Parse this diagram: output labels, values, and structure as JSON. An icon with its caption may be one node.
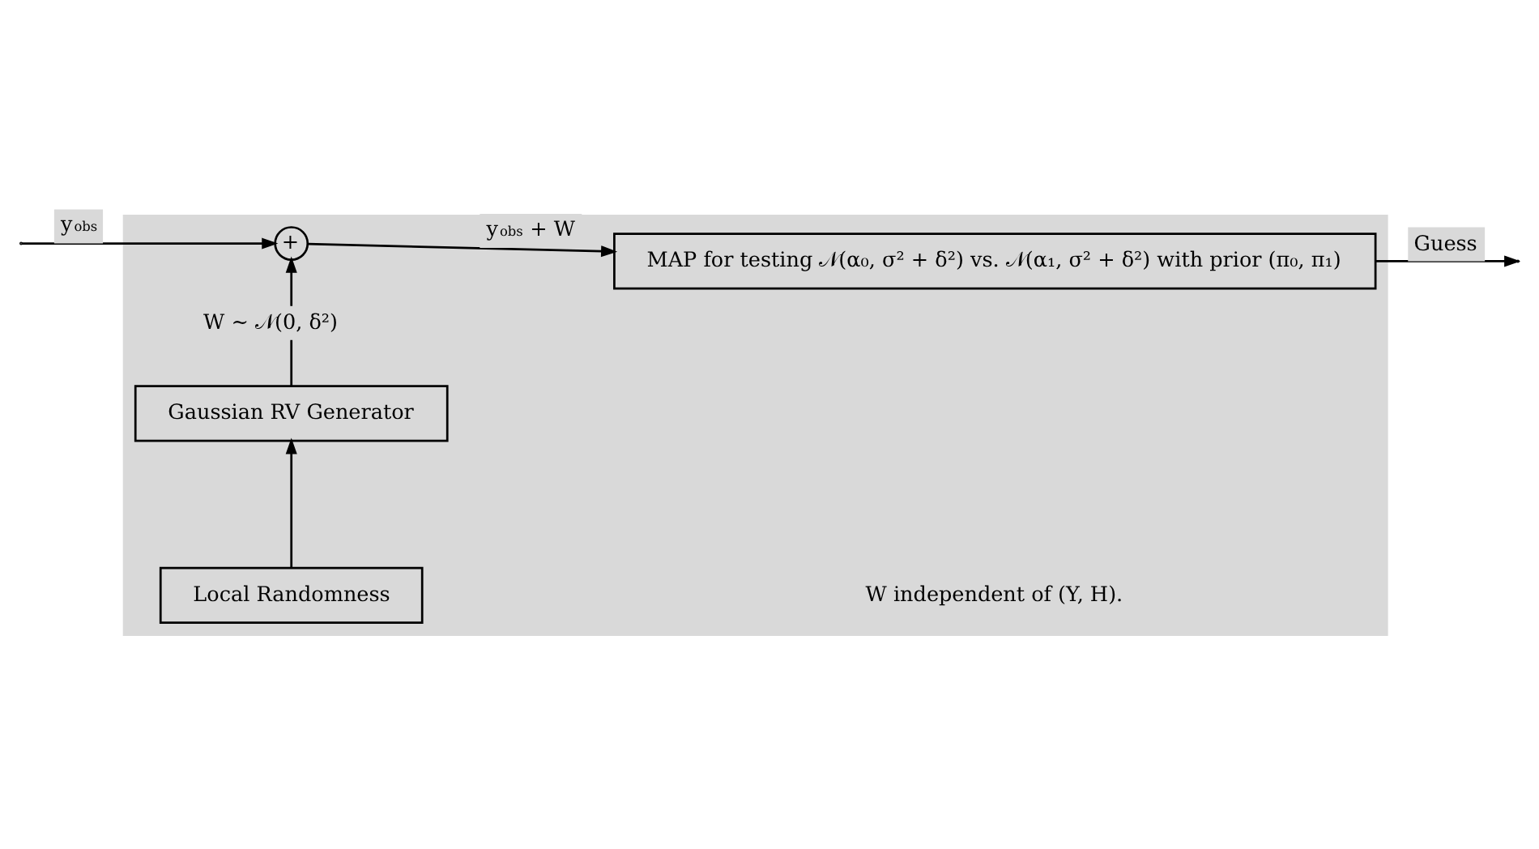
{
  "diagram": {
    "nodes": [
      {
        "text": [],
        "shape": "box"
      },
      {
        "text": [
          "+"
        ],
        "in": 0
      },
      {
        "text": [
          "MAP for testing 𝒩(α₀, σ² + δ²) vs. 𝒩(α₁, σ² + δ²) with prior (π₀, π₁)"
        ],
        "in": 0
      },
      {
        "text": [
          "Gaussian RV Generator"
        ],
        "in": 0
      },
      {
        "text": [
          "Local Randomness"
        ],
        "in": 0
      }
    ],
    "edges": [
      {
        "from": null,
        "to": 1,
        "arrow": "to",
        "label": "y$_{obs}$"
      },
      {
        "from": 1,
        "to": 2,
        "arrow": "to",
        "label": "y$_{obs}$ + W"
      },
      {
        "from": 3,
        "to": 1,
        "arrow": "to",
        "label": "W ∼ 𝒩(0, δ²)"
      },
      {
        "from": 4,
        "to": 3,
        "arrow": "to"
      },
      {
        "from": 2,
        "to": null,
        "arrow": "to",
        "label": "Guess"
      }
    ],
    "labels": [
      "W independent of (Y, H)."
    ]
  }
}
